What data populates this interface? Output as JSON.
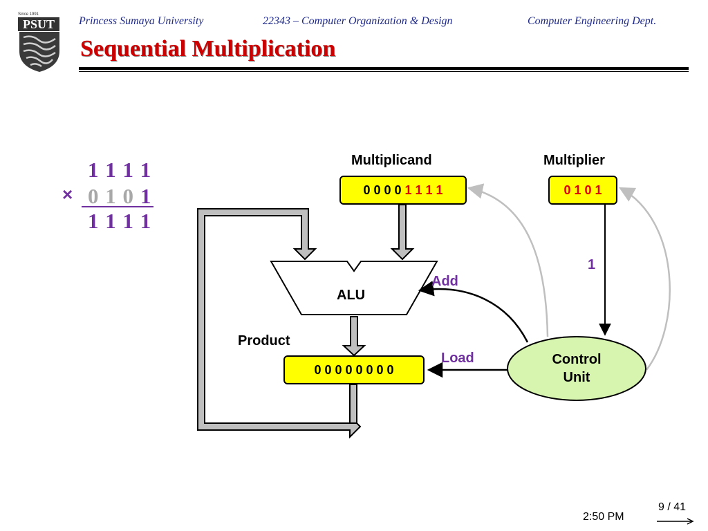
{
  "header": {
    "logo_text": "PSUT",
    "logo_since": "Since 1991",
    "university": "Princess Sumaya University",
    "course": "22343 – Computer Organization & Design",
    "department": "Computer Engineering Dept."
  },
  "slide": {
    "title": "Sequential Multiplication"
  },
  "multiplication": {
    "multiplicand": "1 1 1 1",
    "operator": "×",
    "multiplier_done": "0 1 0",
    "multiplier_current": "1",
    "result": "1 1 1 1"
  },
  "diagram": {
    "multiplicand_label": "Multiplicand",
    "multiplicand_high": "0 0 0 0",
    "multiplicand_low": "1 1 1 1",
    "multiplier_label": "Multiplier",
    "multiplier_value": "0 1 0 1",
    "alu_label": "ALU",
    "add_label": "Add",
    "product_label": "Product",
    "product_value": "0 0 0 0 0 0 0 0",
    "load_label": "Load",
    "control_line1": "Control",
    "control_line2": "Unit",
    "bit_label": "1"
  },
  "footer": {
    "time": "2:50 PM",
    "page": "9 / 41"
  },
  "colors": {
    "header_blue": "#1f2a8a",
    "title_red": "#cc0000",
    "purple": "#7030a0",
    "register_yellow": "#ffff00",
    "control_green": "#d8f5b0"
  }
}
